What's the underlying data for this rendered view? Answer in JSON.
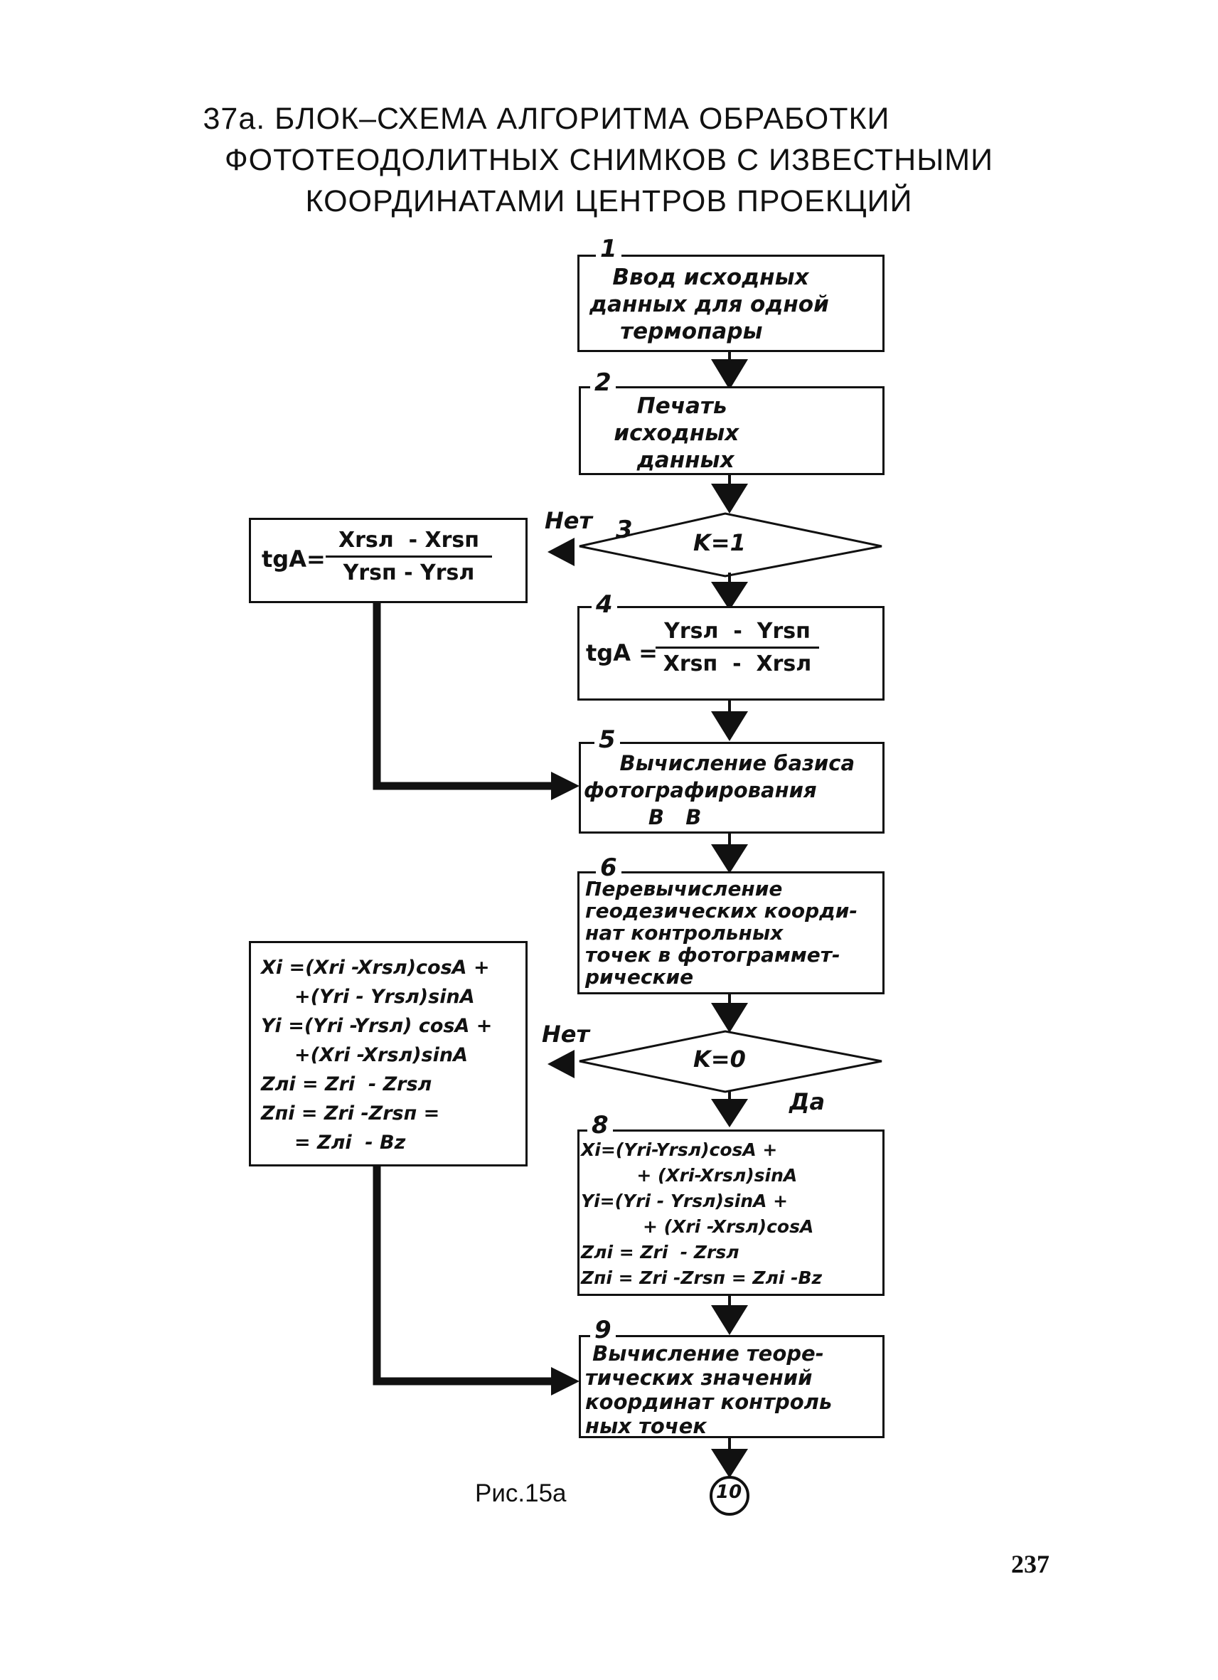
{
  "title": {
    "line1": "37а. БЛОК–СХЕМА АЛГОРИТМА ОБРАБОТКИ",
    "line2": "ФОТОТЕОДОЛИТНЫХ СНИМКОВ С ИЗВЕСТНЫМИ",
    "line3": "КООРДИНАТАМИ ЦЕНТРОВ ПРОЕКЦИЙ"
  },
  "blocks": {
    "b1": {
      "num": "1",
      "text": "   Ввод исходных\nданных для одной\n    термопары"
    },
    "b2": {
      "num": "2",
      "text": "      Печать\n   исходных\n      данных"
    },
    "b3": {
      "num": "3",
      "condition": "K=1",
      "no_label": "Нет"
    },
    "b4": {
      "num": "4",
      "lhs": "tgA =",
      "numerator": "Yrsл  -  Yrsп",
      "denominator": "Xrsп  -  Xrsл"
    },
    "b5": {
      "num": "5",
      "text": "     Вычисление базиса\nфотографирования\n         B   B"
    },
    "b6": {
      "num": "6",
      "text": "Перевычисление\nгеодезических коорди-\nнат контрольных\nточек в фотограммет-\nрические"
    },
    "b7": {
      "num": "",
      "condition": "K=0",
      "no_label": "Нет",
      "yes_label": "Да"
    },
    "b8": {
      "num": "8",
      "text": "Xi=(Yri-Yrsл)cosA +\n         + (Xri-Xrsл)sinA\nYi=(Yri - Yrsл)sinA +\n          + (Xri -Xrsл)cosA\nZлi = Zri  - Zrsл\nZпi = Zri -Zrsп = Zлi -Bz"
    },
    "b9": {
      "num": "9",
      "text": " Вычисление теоре-\nтических значений\nкоординат контроль\nных точек"
    },
    "left1": {
      "lhs": "tgA=",
      "numerator": "Xrsл  - Xrsп",
      "denominator": "Yrsп - Yrsл"
    },
    "left2": {
      "text": "Xi =(Xri -Xrsл)cosA +\n     +(Yri - Yrsл)sinA\nYi =(Yri -Yrsл) cosA +\n     +(Xri -Xrsл)sinA\nZлi = Zri  - Zrsл\nZпi = Zri -Zrsп =\n     = Zлi  - Bz"
    },
    "connector": "10"
  },
  "caption": "Рис.15а",
  "page_number": "237"
}
